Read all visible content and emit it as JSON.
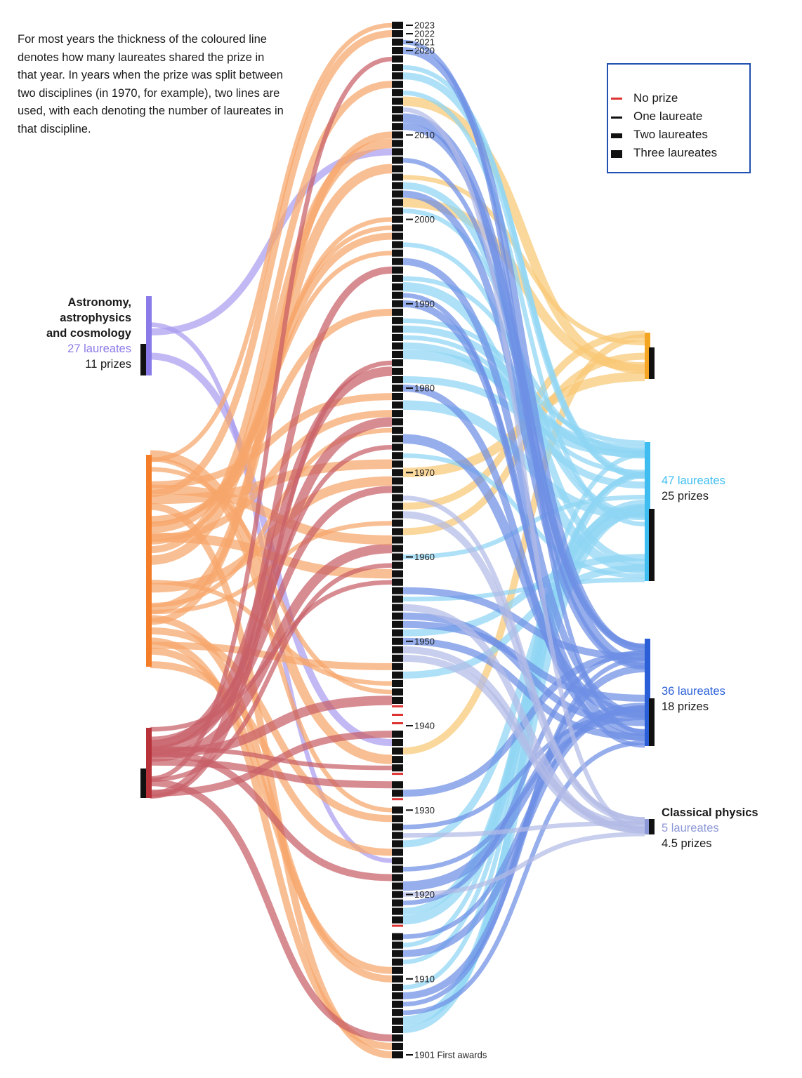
{
  "intro_text": "For most years the thickness of the coloured line denotes how many laureates shared the prize in that year. In years when the prize was split between two disciplines (in 1970, for example), two lines are used, with each denoting the number of laureates in that discipline.",
  "legend": {
    "items": [
      {
        "label": "No prize",
        "swatch": "no-prize"
      },
      {
        "label": "One laureate",
        "swatch": "one"
      },
      {
        "label": "Two laureates",
        "swatch": "two"
      },
      {
        "label": "Three laureates",
        "swatch": "three"
      }
    ]
  },
  "timeline": {
    "start_year": 1901,
    "end_year": 2023,
    "first_label": "1901 First awards",
    "labeled_years": [
      2023,
      2022,
      2021,
      2020,
      2010,
      2000,
      1990,
      1980,
      1970,
      1960,
      1950,
      1940,
      1930,
      1920,
      1910
    ],
    "no_prize_years": [
      1916,
      1931,
      1934,
      1940,
      1941,
      1942
    ]
  },
  "categories_left": [
    {
      "id": "astro",
      "name_lines": [
        "Astronomy,",
        "astrophysics",
        "and cosmology"
      ],
      "laureates": "27 laureates",
      "prizes": "11 prizes",
      "color": "#8a7be8",
      "ribbon": "#a99cf0"
    },
    {
      "id": "orange",
      "name_lines": [],
      "laureates": "",
      "prizes": "",
      "color": "#f47d2a",
      "ribbon": "#f7a66b"
    },
    {
      "id": "red",
      "name_lines": [],
      "laureates": "",
      "prizes": "",
      "color": "#b8323a",
      "ribbon": "#c86068"
    }
  ],
  "categories_right": [
    {
      "id": "yellow",
      "name_lines": [],
      "laureates": "",
      "prizes": "",
      "color": "#f4a623",
      "ribbon": "#f8c874"
    },
    {
      "id": "lightblue",
      "name_lines": [],
      "laureates": "47 laureates",
      "prizes": "25 prizes",
      "color": "#3fbdf0",
      "ribbon": "#8fd6f4"
    },
    {
      "id": "blue",
      "name_lines": [],
      "laureates": "36 laureates",
      "prizes": "18 prizes",
      "color": "#2a5fd8",
      "ribbon": "#6e8fe4"
    },
    {
      "id": "classical",
      "name_lines": [
        "Classical physics"
      ],
      "laureates": "5 laureates",
      "prizes": "4.5 prizes",
      "color": "#8d98d8",
      "ribbon": "#b3bbe6"
    }
  ]
}
